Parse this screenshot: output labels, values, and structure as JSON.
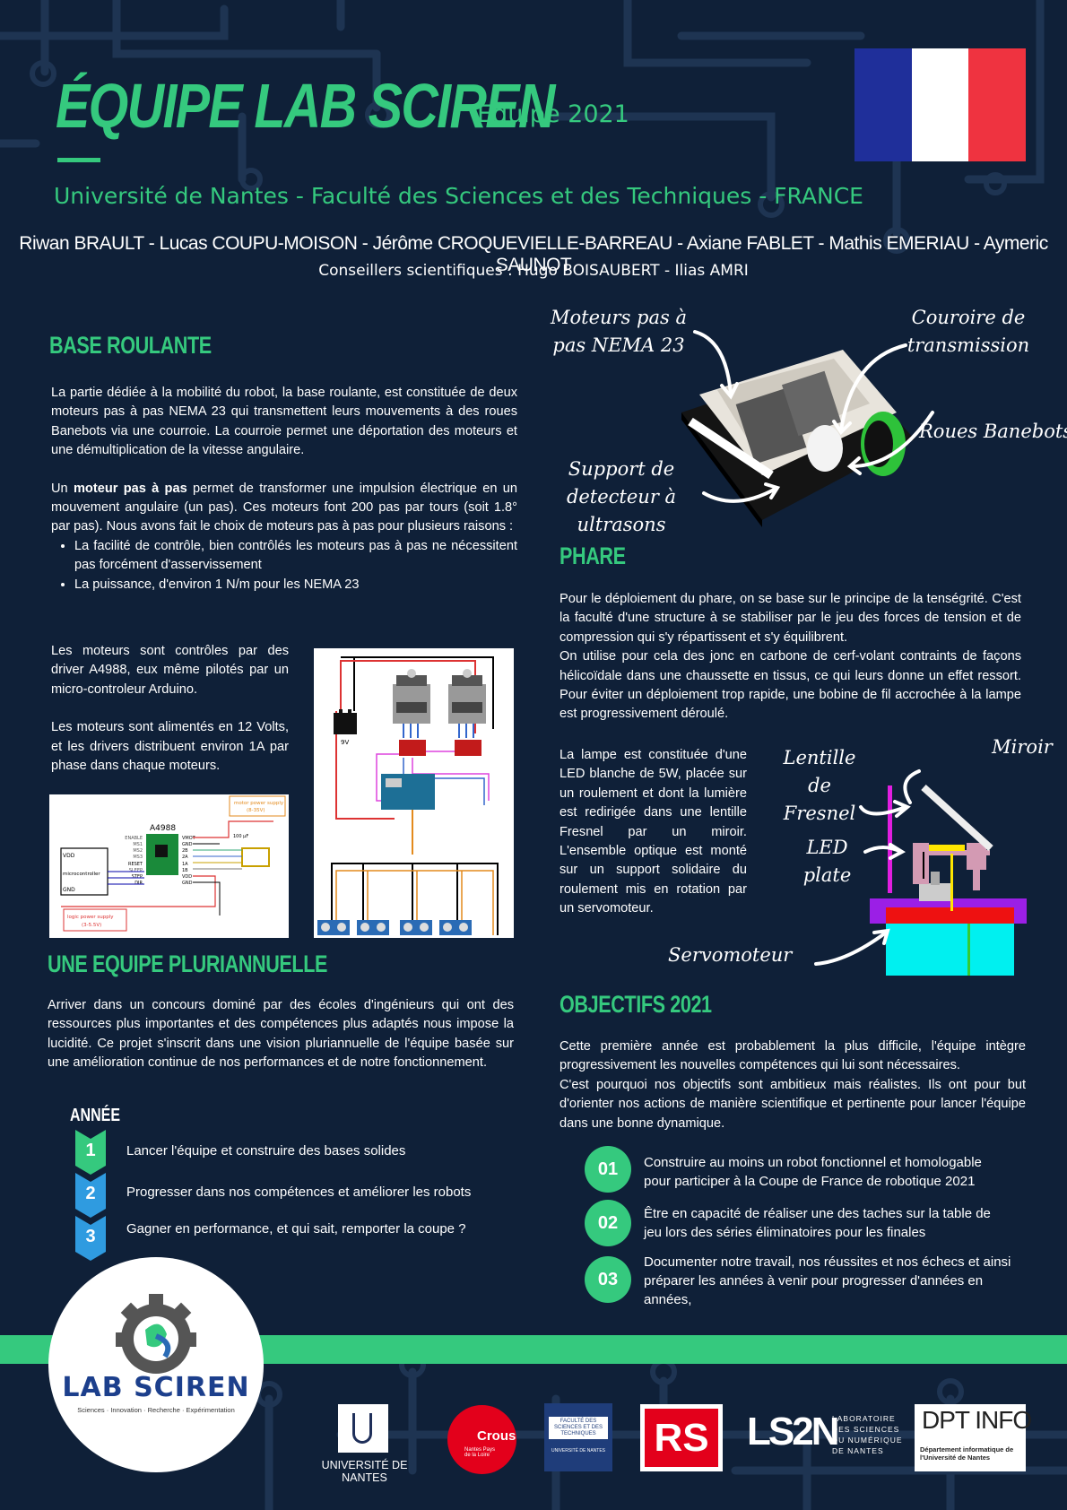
{
  "header": {
    "title": "ÉQUIPE LAB SCIREN",
    "year": "Equipe 2021",
    "university": "Université de Nantes - Faculté des Sciences et des Techniques - FRANCE",
    "members": "Riwan BRAULT - Lucas COUPU-MOISON - Jérôme CROQUEVIELLE-BARREAU - Axiane FABLET - Mathis EMERIAU - Aymeric SAUNOT",
    "advisors": "Conseillers scientifiques : Hugo BOISAUBERT - Ilias AMRI"
  },
  "colors": {
    "accent": "#35c97e",
    "background": "#0f2038",
    "flag_blue": "#1f2f9a",
    "flag_red": "#ef3340",
    "step_green": "#35c97e",
    "step_blue": "#2f9be0"
  },
  "base_roulante": {
    "title": "BASE ROULANTE",
    "p1": "La partie dédiée à la mobilité du robot, la base roulante, est constituée de deux moteurs pas à pas NEMA 23 qui transmettent leurs mouvements à des roues Banebots via une courroie. La courroie permet une déportation des moteurs et une démultiplication de la vitesse angulaire.",
    "p2_pre": "Un ",
    "p2_bold": "moteur pas à pas",
    "p2_post": " permet de transformer une impulsion électrique en un mouvement angulaire (un pas). Ces moteurs font 200 pas  par tours (soit 1.8° par pas). Nous avons fait le choix de moteurs pas à pas pour plusieurs raisons :",
    "bullets": [
      "La facilité de contrôle, bien contrôlés les moteurs pas à pas ne nécessitent pas forcément d'asservissement",
      "La puissance, d'environ 1 N/m pour les NEMA 23"
    ],
    "p3": "Les moteurs sont contrôles par des driver A4988, eux même pilotés par un micro-controleur Arduino.",
    "p4": "Les moteurs sont alimentés en 12 Volts, et les drivers distribuent environ 1A par phase dans chaque moteurs."
  },
  "a4988": {
    "chip": "A4988",
    "motor_supply": "motor power supply",
    "motor_supply_v": "(8-35V)",
    "cap": "100 µF",
    "logic_supply": "logic power supply",
    "logic_supply_v": "(3-5.5V)",
    "micro": "microcontroller",
    "vdd": "VDD",
    "gnd": "GND",
    "left_pins": [
      "ENABLE",
      "MS1",
      "MS2",
      "MS3",
      "RESET",
      "SLEEP",
      "STEP",
      "DIR"
    ],
    "right_pins": [
      "VMOT",
      "GND",
      "2B",
      "2A",
      "1A",
      "1B",
      "VDD",
      "GND"
    ]
  },
  "wiring": {
    "battery": "9V"
  },
  "robot_labels": {
    "motors": "Moteurs pas à pas NEMA 23",
    "belt": "Couroire de transmission",
    "wheels": "Roues Banebots",
    "sensor": "Support de detecteur à ultrasons"
  },
  "phare": {
    "title": "PHARE",
    "p1": "Pour le déploiement du phare, on se base sur le principe de la tenségrité. C'est la faculté d'une structure à se stabiliser par le jeu des forces de tension et de compression qui s'y répartissent et s'y équilibrent.",
    "p2": "On utilise pour cela des jonc en carbone de cerf-volant contraints de façons hélicoïdale dans une chaussette en tissus, ce qui leurs donne un effet ressort. Pour éviter un déploiement trop rapide, une bobine de fil accrochée à la lampe est progressivement déroulé.",
    "p3": "La lampe est constituée d'une LED blanche de 5W, placée sur un roulement et dont la lumière est redirigée dans une lentille Fresnel par un miroir. L'ensemble optique est monté sur un support solidaire du roulement mis en rotation par un servomoteur.",
    "labels": {
      "lens": "Lentille de Fresnel",
      "mirror": "Miroir",
      "led": "LED plate",
      "servo": "Servomoteur"
    }
  },
  "equipe": {
    "title": "UNE EQUIPE PLURIANNUELLE",
    "p1": "Arriver dans un concours dominé par des écoles d'ingénieurs qui ont des ressources plus importantes et des compétences plus adaptés nous impose la lucidité. Ce projet s'inscrit dans une vision pluriannuelle de l'équipe basée sur une amélioration continue de nos performances et de notre fonctionnement.",
    "annee": "ANNÉE",
    "steps": [
      {
        "n": "1",
        "text": "Lancer l'équipe et construire des bases solides"
      },
      {
        "n": "2",
        "text": "Progresser dans nos compétences et améliorer les robots"
      },
      {
        "n": "3",
        "text": "Gagner en performance, et qui sait, remporter la coupe ?"
      }
    ]
  },
  "objectifs": {
    "title": "OBJECTIFS 2021",
    "p1": "Cette première année est probablement la plus difficile, l'équipe intègre progressivement les nouvelles compétences qui lui sont nécessaires.",
    "p2": "C'est pourquoi nos objectifs sont ambitieux mais réalistes. Ils ont pour but d'orienter nos actions de manière scientifique et pertinente pour lancer l'équipe dans une bonne dynamique.",
    "items": [
      {
        "n": "01",
        "text": "Construire au moins un robot fonctionnel et homologable pour participer à la Coupe de France de robotique 2021"
      },
      {
        "n": "02",
        "text": "Être en capacité de réaliser une des taches sur la table de jeu lors des séries éliminatoires pour les finales"
      },
      {
        "n": "03",
        "text": "Documenter notre travail, nos réussites et nos échecs et ainsi préparer les années à venir pour progresser d'années en années,"
      }
    ]
  },
  "footer": {
    "logo_lab": "LAB SCIREN",
    "logo_lab_sub": "Sciences · Innovation · Recherche · Expérimentation",
    "univ_nantes": "UNIVERSITÉ DE NANTES",
    "crous": "Crous",
    "crous_sub": "Nantes Pays de la Loire",
    "fst": "FACULTÉ DES SCIENCES ET DES TECHNIQUES",
    "fst_sub": "UNIVERSITÉ DE NANTES",
    "rs": "RS",
    "ls2n": "LS2N",
    "ls2n_sub": "LABORATOIRE DES SCIENCES DU NUMÉRIQUE DE NANTES",
    "dpt": "DPT INFO",
    "dpt_sub": "Département informatique de l'Université de Nantes"
  }
}
